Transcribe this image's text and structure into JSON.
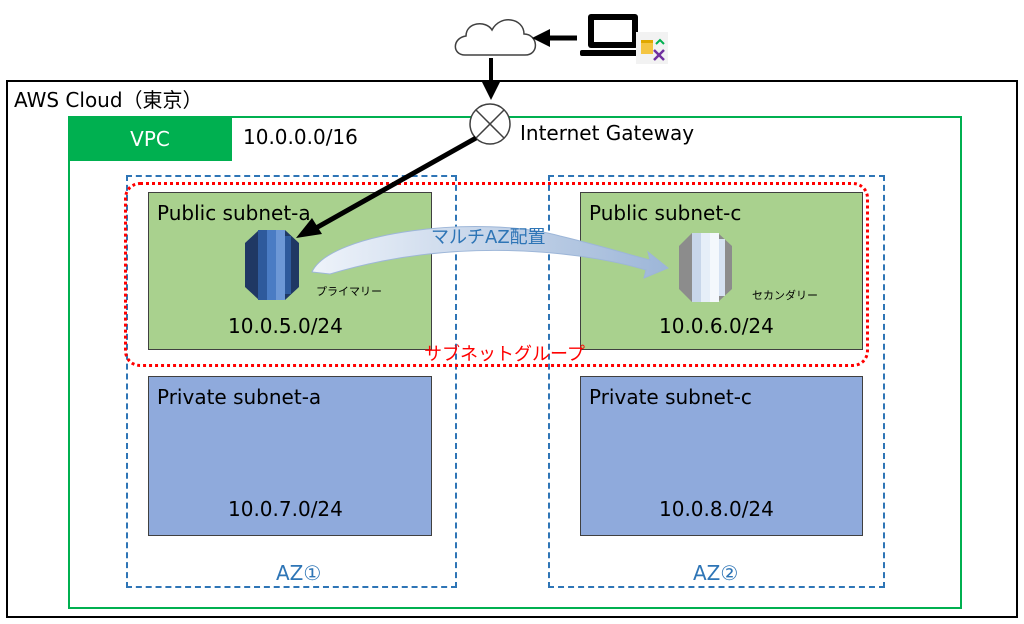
{
  "aws_cloud": {
    "label": "AWS Cloud（東京）"
  },
  "vpc": {
    "label": "VPC",
    "cidr": "10.0.0.0/16"
  },
  "internet_gateway": {
    "label": "Internet Gateway"
  },
  "availability_zones": [
    {
      "label": "AZ①"
    },
    {
      "label": "AZ②"
    }
  ],
  "subnet_group": {
    "label": "サブネットグループ"
  },
  "subnets": {
    "public_a": {
      "name": "Public subnet-a",
      "cidr": "10.0.5.0/24"
    },
    "public_c": {
      "name": "Public subnet-c",
      "cidr": "10.0.6.0/24"
    },
    "private_a": {
      "name": "Private subnet-a",
      "cidr": "10.0.7.0/24"
    },
    "private_c": {
      "name": "Private subnet-c",
      "cidr": "10.0.8.0/24"
    }
  },
  "databases": {
    "primary": {
      "label": "プライマリー"
    },
    "secondary": {
      "label": "セカンダリー"
    }
  },
  "replication": {
    "label": "マルチAZ配置"
  },
  "icons": [
    "cloud-icon",
    "laptop-icon",
    "client-tool-icon",
    "internet-gateway-icon",
    "database-icon"
  ],
  "colors": {
    "vpc_green": "#00b050",
    "az_blue": "#2e75b6",
    "subnet_group_red": "#ff0000",
    "public_subnet": "#a9d18e",
    "private_subnet": "#8faadc",
    "db_primary": "#2e5a9c",
    "db_secondary": "#dde7f5"
  }
}
